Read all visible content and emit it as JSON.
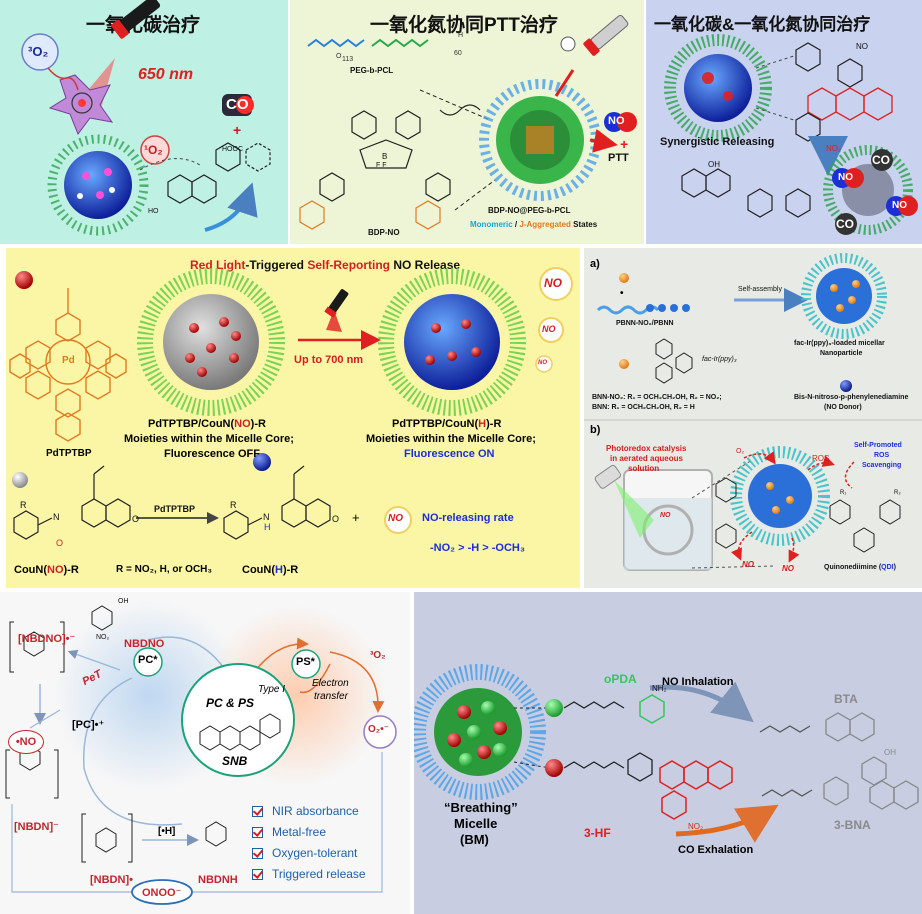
{
  "panel_tl": {
    "title": "一氧化碳治疗",
    "o2_triplet": "³O₂",
    "o2_singlet": "¹O₂",
    "wavelength": "650 nm",
    "co": "CO",
    "plus": "+",
    "hooc": "HOOC",
    "ho": "HO",
    "colors": {
      "bg": "#bff0e4",
      "accent": "#e0201f"
    }
  },
  "panel_tm": {
    "title": "一氧化氮协同PTT治疗",
    "subscript_113": "113",
    "subscript_60": "60",
    "h_label": "H",
    "peg_label": "PEG-b-PCL",
    "bdp_label": "BDP-NO",
    "bf_label": "F  F",
    "b_label": "B",
    "nanoparticle_label": "BDP-NO@PEG-b-PCL",
    "states_monomeric": "Monomeric",
    "states_sep": " / ",
    "states_j": "J-Aggregated",
    "states_suffix": " States",
    "no": "NO",
    "plus": "+",
    "ptt": "PTT",
    "colors": {
      "bg": "#eef5d6"
    }
  },
  "panel_tr": {
    "title": "一氧化碳&一氧化氮协同治疗",
    "synergy": "Synergistic Releasing",
    "no": "NO",
    "no2": "NO₂",
    "oh": "OH",
    "co": "CO",
    "colors": {
      "bg": "#c9d2ee"
    }
  },
  "panel_ml": {
    "headline_part1": "Red Light",
    "headline_part2": "-Triggered ",
    "headline_part3": "Self-Reporting",
    "headline_part4": " NO Release",
    "pd": "Pd",
    "pdtptbp": "PdTPTBP",
    "light_label": "Up to 700 nm",
    "left_caption_1a": "PdTPTBP/CouN(",
    "left_caption_1b": "NO",
    "left_caption_1c": ")-R",
    "left_caption_2": "Moieties within the Micelle Core;",
    "left_caption_3": "Fluorescence OFF",
    "right_caption_1a": "PdTPTBP/CouN(",
    "right_caption_1b": "H",
    "right_caption_1c": ")-R",
    "right_caption_2": "Moieties within the Micelle Core;",
    "right_caption_3": "Fluorescence ON",
    "no": "NO",
    "reaction_catalyst": "PdTPTBP",
    "r_label": "R",
    "o_label": "O",
    "n_label": "N",
    "nh_label": "N",
    "h_label": "H",
    "o_nitroso": "O",
    "plus": "+",
    "couN_no_a": "CouN(",
    "couN_no_b": "NO",
    "couN_no_c": ")-R",
    "r_def": "R = NO₂, H, or OCH₃",
    "couN_h_a": "CouN(",
    "couN_h_b": "H",
    "couN_h_c": ")-R",
    "rate_title": "NO-releasing rate",
    "rate_order": "-NO₂ > -H > -OCH₃",
    "colors": {
      "bg": "#fbf6a6",
      "red": "#d21f1f",
      "blue": "#1a2fd6"
    }
  },
  "panel_mr": {
    "a_label": "a)",
    "b_label": "b)",
    "dot": "•",
    "self_assembly": "Self-assembly",
    "pbnn": "PBNN-NO₂/PBNN",
    "fac_ir": "fac-Ir(ppy)₃",
    "loaded_1": "fac-Ir(ppy)₃-loaded micellar",
    "loaded_2": "Nanoparticle",
    "bnn_no2": "BNN-NO₂: R₁ = OCH₂CH₂OH, R₂ = NO₂;",
    "bnn": "BNN: R₁ = OCH₂CH₂OH, R₂ = H",
    "donor_1": "Bis-N-nitroso-p-phenylenediamine",
    "donor_2": "(NO Donor)",
    "photoredox_1": "Photoredox catalysis",
    "photoredox_2": "in aerated aqueous",
    "photoredox_3": "solution",
    "o2": "O₂",
    "ros": "ROS",
    "scav_1": "Self-Promoted",
    "scav_2": "ROS",
    "scav_3": "Scavenging",
    "no": "NO",
    "qdi_a": "Quinonediimine (",
    "qdi_b": "QDI",
    "qdi_c": ")",
    "r1": "R₁",
    "r2": "R₂",
    "colors": {
      "bg": "#e8ebe5"
    }
  },
  "panel_bl": {
    "nbdno_anion": "[NBDNO]•⁻",
    "nbdno": "NBDNO",
    "pc_star": "PC*",
    "pet": "PeT",
    "pc_cation": "[PC]•⁺",
    "no_rad": "•NO",
    "nbdn_anion": "[NBDN]⁻",
    "nbdn_rad": "[NBDN]•",
    "h_rad": "[•H]",
    "nbdnh": "NBDNH",
    "ps_star": "PS*",
    "type_i": "Type I",
    "electron_1": "Electron",
    "electron_2": "transfer",
    "o2_triplet": "³O₂",
    "superoxide": "O₂•⁻",
    "pc_ps": "PC & PS",
    "snb": "SNB",
    "onoo": "ONOO⁻",
    "features": [
      "NIR absorbance",
      "Metal-free",
      "Oxygen-tolerant",
      "Triggered release"
    ],
    "oh": "OH",
    "no2": "NO₂",
    "colors": {
      "bg": "#f7f7f7",
      "red": "#c0272d",
      "teal": "#1aa37a"
    }
  },
  "panel_br": {
    "micelle_1": "“Breathing”",
    "micelle_2": "Micelle",
    "micelle_3": "(BM)",
    "opda": "oPDA",
    "nh2": "NH₂",
    "no_inhalation": "NO Inhalation",
    "bta": "BTA",
    "hf": "3-HF",
    "co_exhalation": "CO Exhalation",
    "bna": "3-BNA",
    "oh": "OH",
    "no2": "NO₂",
    "colors": {
      "bg": "#c8cde2",
      "green": "#34c759",
      "red": "#e02020"
    }
  }
}
